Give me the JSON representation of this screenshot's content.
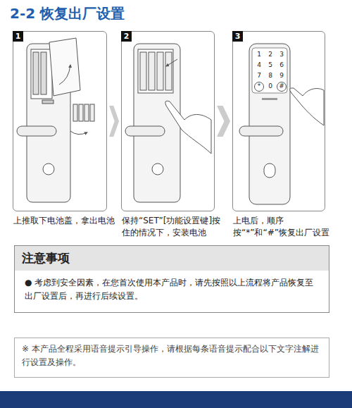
{
  "diagram": {
    "title": "2-2 恢复出厂设置",
    "nodes": [
      {
        "text": [
          "1",
          "上推取下电池盖，拿出电池"
        ]
      },
      {
        "text": [
          "2",
          "保持“SET”[功能设置键]按住的情况下，安装电池"
        ]
      },
      {
        "text": [
          "3",
          "上电后，顺序按“*”和“#”恢复出厂设置"
        ]
      },
      {
        "text": [
          "注意事项",
          "● 考虑到安全因素，在您首次使用本产品时，请先按照以上流程将产品恢复至出厂设置后，再进行后续设置。"
        ]
      },
      {
        "text": [
          "※ 本产品全程采用语音提示引导操作，请根据每条语音提示配合以下文字注解进行设置及操作。"
        ]
      }
    ],
    "edges": [
      {
        "from": 0,
        "to": 1,
        "arrow": "to"
      },
      {
        "from": 1,
        "to": 2,
        "arrow": "to"
      }
    ],
    "labels": [
      "1",
      "2",
      "3",
      "4",
      "5",
      "6",
      "7",
      "8",
      "9",
      "*",
      "0",
      "#"
    ]
  }
}
